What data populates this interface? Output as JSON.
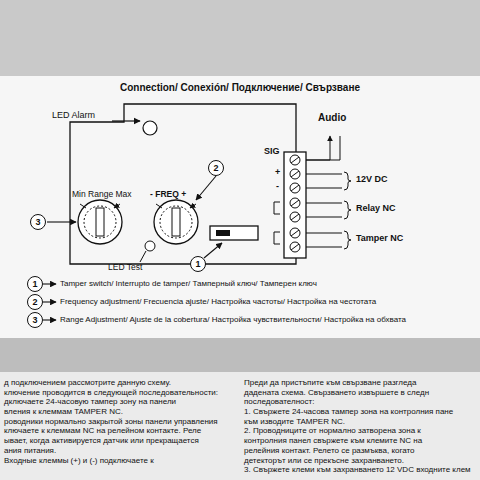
{
  "diagram": {
    "title": "Connection/ Conexión/ Подключение/ Свързване",
    "nodes": [
      {
        "text": [
          "2"
        ]
      },
      {
        "text": [
          "3"
        ]
      },
      {
        "text": [
          "1"
        ]
      },
      {
        "text": [
          "1"
        ]
      },
      {
        "text": [
          "2"
        ]
      },
      {
        "text": [
          "3"
        ]
      }
    ],
    "labels": [
      "LED Alarm",
      "Min Range Max",
      "- FREQ +",
      "LED Test",
      "Audio",
      "SIG",
      "+",
      "-",
      "12V DC",
      "Relay NC",
      "Tamper NC",
      "Tamper switch/ Interrupto de tamper/ Тамперный ключ/ Тамперен ключ",
      "Frequency adjustment/ Frecuencia ajuste/ Настройка частоты/ Настройка на честотата",
      "Range Adjustment/ Ajuste de la cobertura/ Настройка чувствительности/ Настройка на обхвата",
      "д подключением рассмотрите данную схему.",
      "ключение проводится в следующей последовательности:",
      "дключаете 24-часовую тампер зону на панели",
      "вления к клеммам TAMPER NC.",
      "роводники нормально закрытой зоны панели управления",
      "ключаете к клеммам NC на релейном контакте. Реле",
      "ывает, когда активируется датчик или прекращается",
      "ания питания.",
      "Входные клеммы (+) и (-) подключаете к",
      "Преди да пристъпите към свързване разгледа",
      "дадената схема. Свързването извършете в следн",
      "последователност:",
      "1. Свържете 24-часова тампер зона на контролния пане",
      "към изводите TAMPER NC.",
      "2. Проводниците от нормално затворена зона к",
      "контролния панел свържете към клемите NC на",
      "релейния контакт. Релето се размъква, когато",
      "детекторът или се прекъсне захранването.",
      "3. Свържете клеми към захранването 12 VDC входните клем"
    ]
  }
}
